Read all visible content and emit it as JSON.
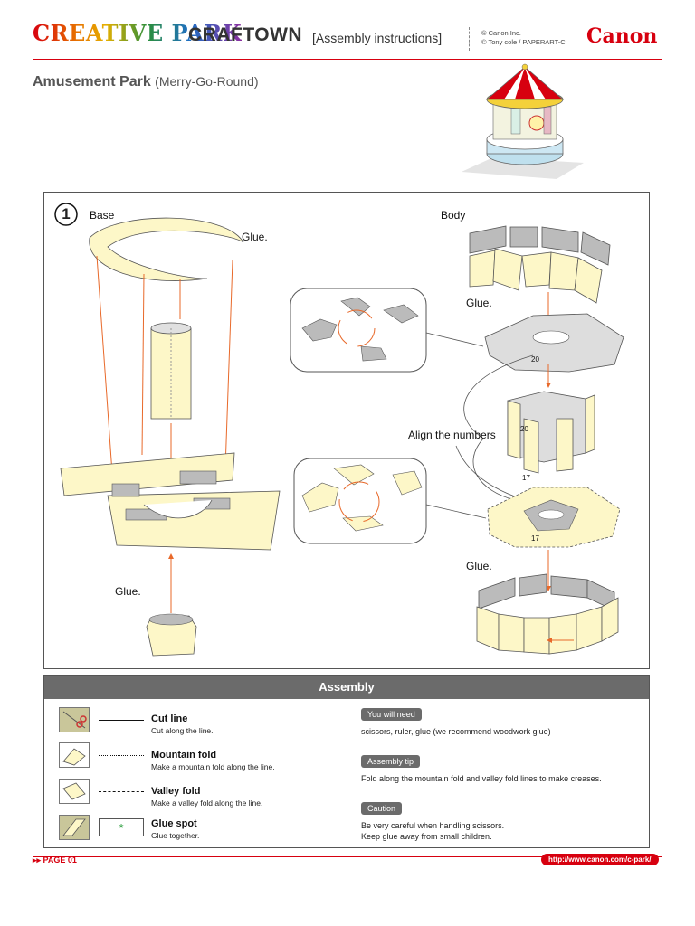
{
  "header": {
    "logo_text": "CREATIVE PARK",
    "craftown": "CRAFTOWN",
    "assembly_instructions": "[Assembly instructions]",
    "credit_1": "© Canon Inc.",
    "credit_2": "© Tony cole / PAPERART-C",
    "brand": "Canon"
  },
  "page": {
    "title": "Amusement Park",
    "subtitle": "(Merry-Go-Round)"
  },
  "step": {
    "number": "1",
    "base_label": "Base",
    "body_label": "Body",
    "glue_1": "Glue.",
    "glue_2": "Glue.",
    "glue_3": "Glue.",
    "glue_4": "Glue.",
    "align": "Align the numbers",
    "num_20a": "20",
    "num_20b": "20",
    "num_17a": "17",
    "num_17b": "17"
  },
  "assembly": {
    "title": "Assembly",
    "legend": [
      {
        "icon": "scissors-icon",
        "title": "Cut line",
        "desc": "Cut along the line."
      },
      {
        "icon": "mountain-fold-icon",
        "title": "Mountain fold",
        "desc": "Make a mountain fold along the line."
      },
      {
        "icon": "valley-fold-icon",
        "title": "Valley fold",
        "desc": "Make a valley fold along the line."
      },
      {
        "icon": "glue-icon",
        "title": "Glue spot",
        "desc": "Glue together."
      }
    ],
    "glue_marker": "*",
    "need_label": "You will need",
    "need_text": "scissors, ruler, glue (we recommend woodwork glue)",
    "tip_label": "Assembly tip",
    "tip_text": "Fold along the mountain fold and valley fold lines to make creases.",
    "caution_label": "Caution",
    "caution_text_1": "Be very careful when handling scissors.",
    "caution_text_2": "Keep glue away from small children."
  },
  "footer": {
    "page": "PAGE 01",
    "url": "http://www.canon.com/c-park/"
  },
  "colors": {
    "accent": "#d7000f",
    "paper": "#fdf7c8",
    "arrow": "#e8692a",
    "gray": "#6b6b6b"
  }
}
